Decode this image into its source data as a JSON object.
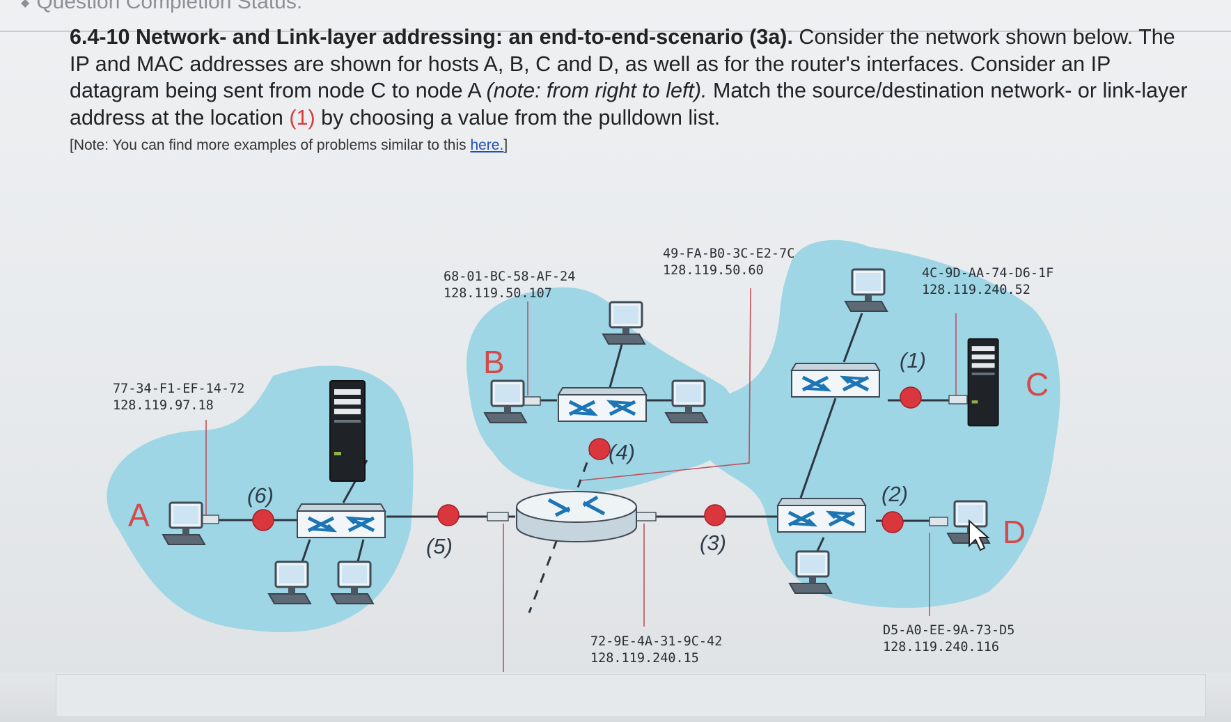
{
  "header": {
    "status_label": "Question Completion Status:"
  },
  "question": {
    "title": "6.4-10 Network- and Link-layer addressing: an end-to-end-scenario (3a).",
    "body_1": " Consider the network shown below. The IP and MAC addresses are shown for hosts A, B, C and D, as well as for the router's interfaces. Consider an IP datagram being sent from node C to node A ",
    "body_italic": "(note: from right to left).",
    "body_2": " Match the source/destination network- or link-layer address at the location ",
    "location_ref": "(1)",
    "body_3": " by choosing a value from the pulldown list.",
    "note_prefix": "[Note: You can find more examples of problems similar to this ",
    "note_link": "here.",
    "note_suffix": "]"
  },
  "diagram": {
    "hosts": {
      "A": {
        "label": "A",
        "mac": "77-34-F1-EF-14-72",
        "ip": "128.119.97.18"
      },
      "B": {
        "label": "B",
        "mac": "68-01-BC-58-AF-24",
        "ip": "128.119.50.107"
      },
      "C": {
        "label": "C",
        "mac": "4C-9D-AA-74-D6-1F",
        "ip": "128.119.240.52"
      },
      "D": {
        "label": "D",
        "mac": "D5-A0-EE-9A-73-D5",
        "ip": "128.119.240.116"
      }
    },
    "router_interfaces": [
      {
        "mac": "49-FA-B0-3C-E2-7C",
        "ip": "128.119.50.60"
      },
      {
        "mac": "72-9E-4A-31-9C-42",
        "ip": "128.119.240.15"
      }
    ],
    "locations": [
      "(1)",
      "(2)",
      "(3)",
      "(4)",
      "(5)",
      "(6)"
    ]
  },
  "colors": {
    "network_blob": "#9ed6e6",
    "location_dot": "#d9363e",
    "host_label": "#d44a4a",
    "link_text": "#1f4fb5"
  }
}
